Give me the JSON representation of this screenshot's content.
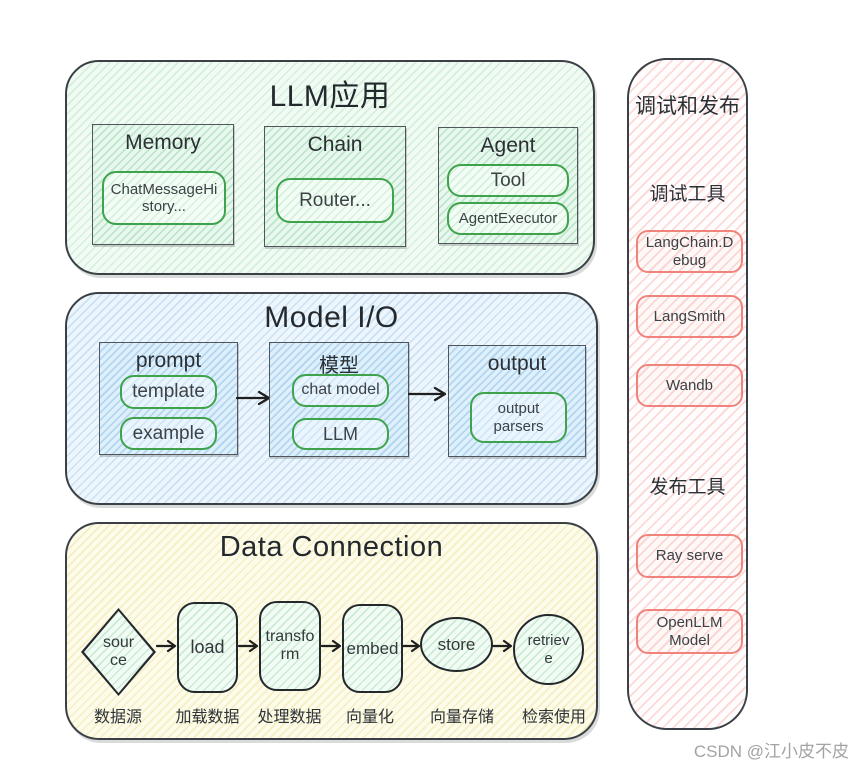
{
  "sections": {
    "llm_app": {
      "title": "LLM应用",
      "boxes": [
        {
          "title": "Memory",
          "pills": [
            "ChatMessageHistory..."
          ]
        },
        {
          "title": "Chain",
          "pills": [
            "Router..."
          ]
        },
        {
          "title": "Agent",
          "pills": [
            "Tool",
            "AgentExecutor"
          ]
        }
      ]
    },
    "model_io": {
      "title": "Model I/O",
      "boxes": [
        {
          "title": "prompt",
          "pills": [
            "template",
            "example"
          ]
        },
        {
          "title": "模型",
          "pills": [
            "chat model",
            "LLM"
          ]
        },
        {
          "title": "output",
          "pills": [
            "output parsers"
          ]
        }
      ]
    },
    "data_connection": {
      "title": "Data Connection",
      "steps": [
        {
          "shape": "diamond",
          "label": "source",
          "caption": "数据源"
        },
        {
          "shape": "round-rect",
          "label": "load",
          "caption": "加载数据"
        },
        {
          "shape": "round-rect",
          "label": "transform",
          "caption": "处理数据"
        },
        {
          "shape": "round-rect",
          "label": "embed",
          "caption": "向量化"
        },
        {
          "shape": "ellipse",
          "label": "store",
          "caption": "向量存储"
        },
        {
          "shape": "circle",
          "label": "retrieve",
          "caption": "检索使用"
        }
      ]
    },
    "debug_publish": {
      "title": "调试和发布",
      "groups": [
        {
          "subtitle": "调试工具",
          "pills": [
            "LangChain.Debug",
            "LangSmith",
            "Wandb"
          ]
        },
        {
          "subtitle": "发布工具",
          "pills": [
            "Ray serve",
            "OpenLLM Model"
          ]
        }
      ]
    }
  },
  "watermark": "CSDN @江小皮不皮",
  "colors": {
    "green_pill_border": "#3fa34d",
    "pink_pill_border": "#f0837b",
    "panel_outline": "#3a4046",
    "shape_outline": "#23282c",
    "text": "#2e3338",
    "watermark": "#a3a3a3"
  }
}
